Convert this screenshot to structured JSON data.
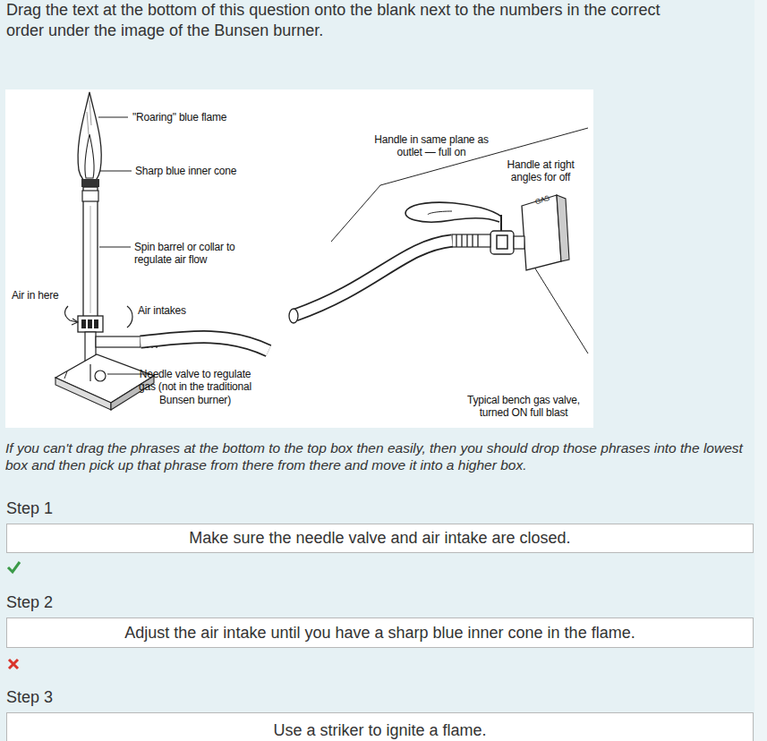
{
  "diagram": {
    "nodes": [
      {
        "text": [
          "Step 1",
          "Make sure the needle valve and air intake are closed."
        ]
      },
      {
        "text": [
          "Step 2",
          "Adjust the air intake until you have a sharp blue inner cone in the flame."
        ]
      },
      {
        "text": [
          "Step 3",
          "Use a striker to ignite a flame."
        ]
      }
    ],
    "labels": [
      "Drag the text at the bottom of this question onto the blank next to the numbers in the correct order under the image of the Bunsen burner.",
      "\"Roaring\" blue flame",
      "Sharp blue inner cone",
      "Spin barrel or collar to regulate air flow",
      "Air in here",
      "Air intakes",
      "Needle valve to regulate gas (not in the traditional Bunsen burner)",
      "Handle in same plane as outlet — full on",
      "Handle at right angles for off",
      "GAS",
      "Typical bench gas valve, turned ON full blast",
      "If you can't drag the phrases at the bottom to the top box then easily, then you should drop those phrases into the lowest box and then pick up that phrase from there from there and move it into a higher box."
    ]
  }
}
